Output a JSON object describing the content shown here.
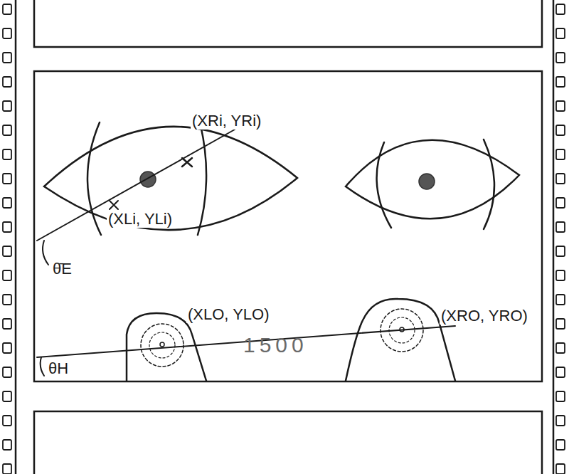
{
  "diagram": {
    "labels": [
      "(XRi, YRi)",
      "(XLi, YLi)",
      "θ̄E",
      "(XLO, YLO)",
      "(XRO, YRO)",
      "θH",
      "1500"
    ]
  }
}
